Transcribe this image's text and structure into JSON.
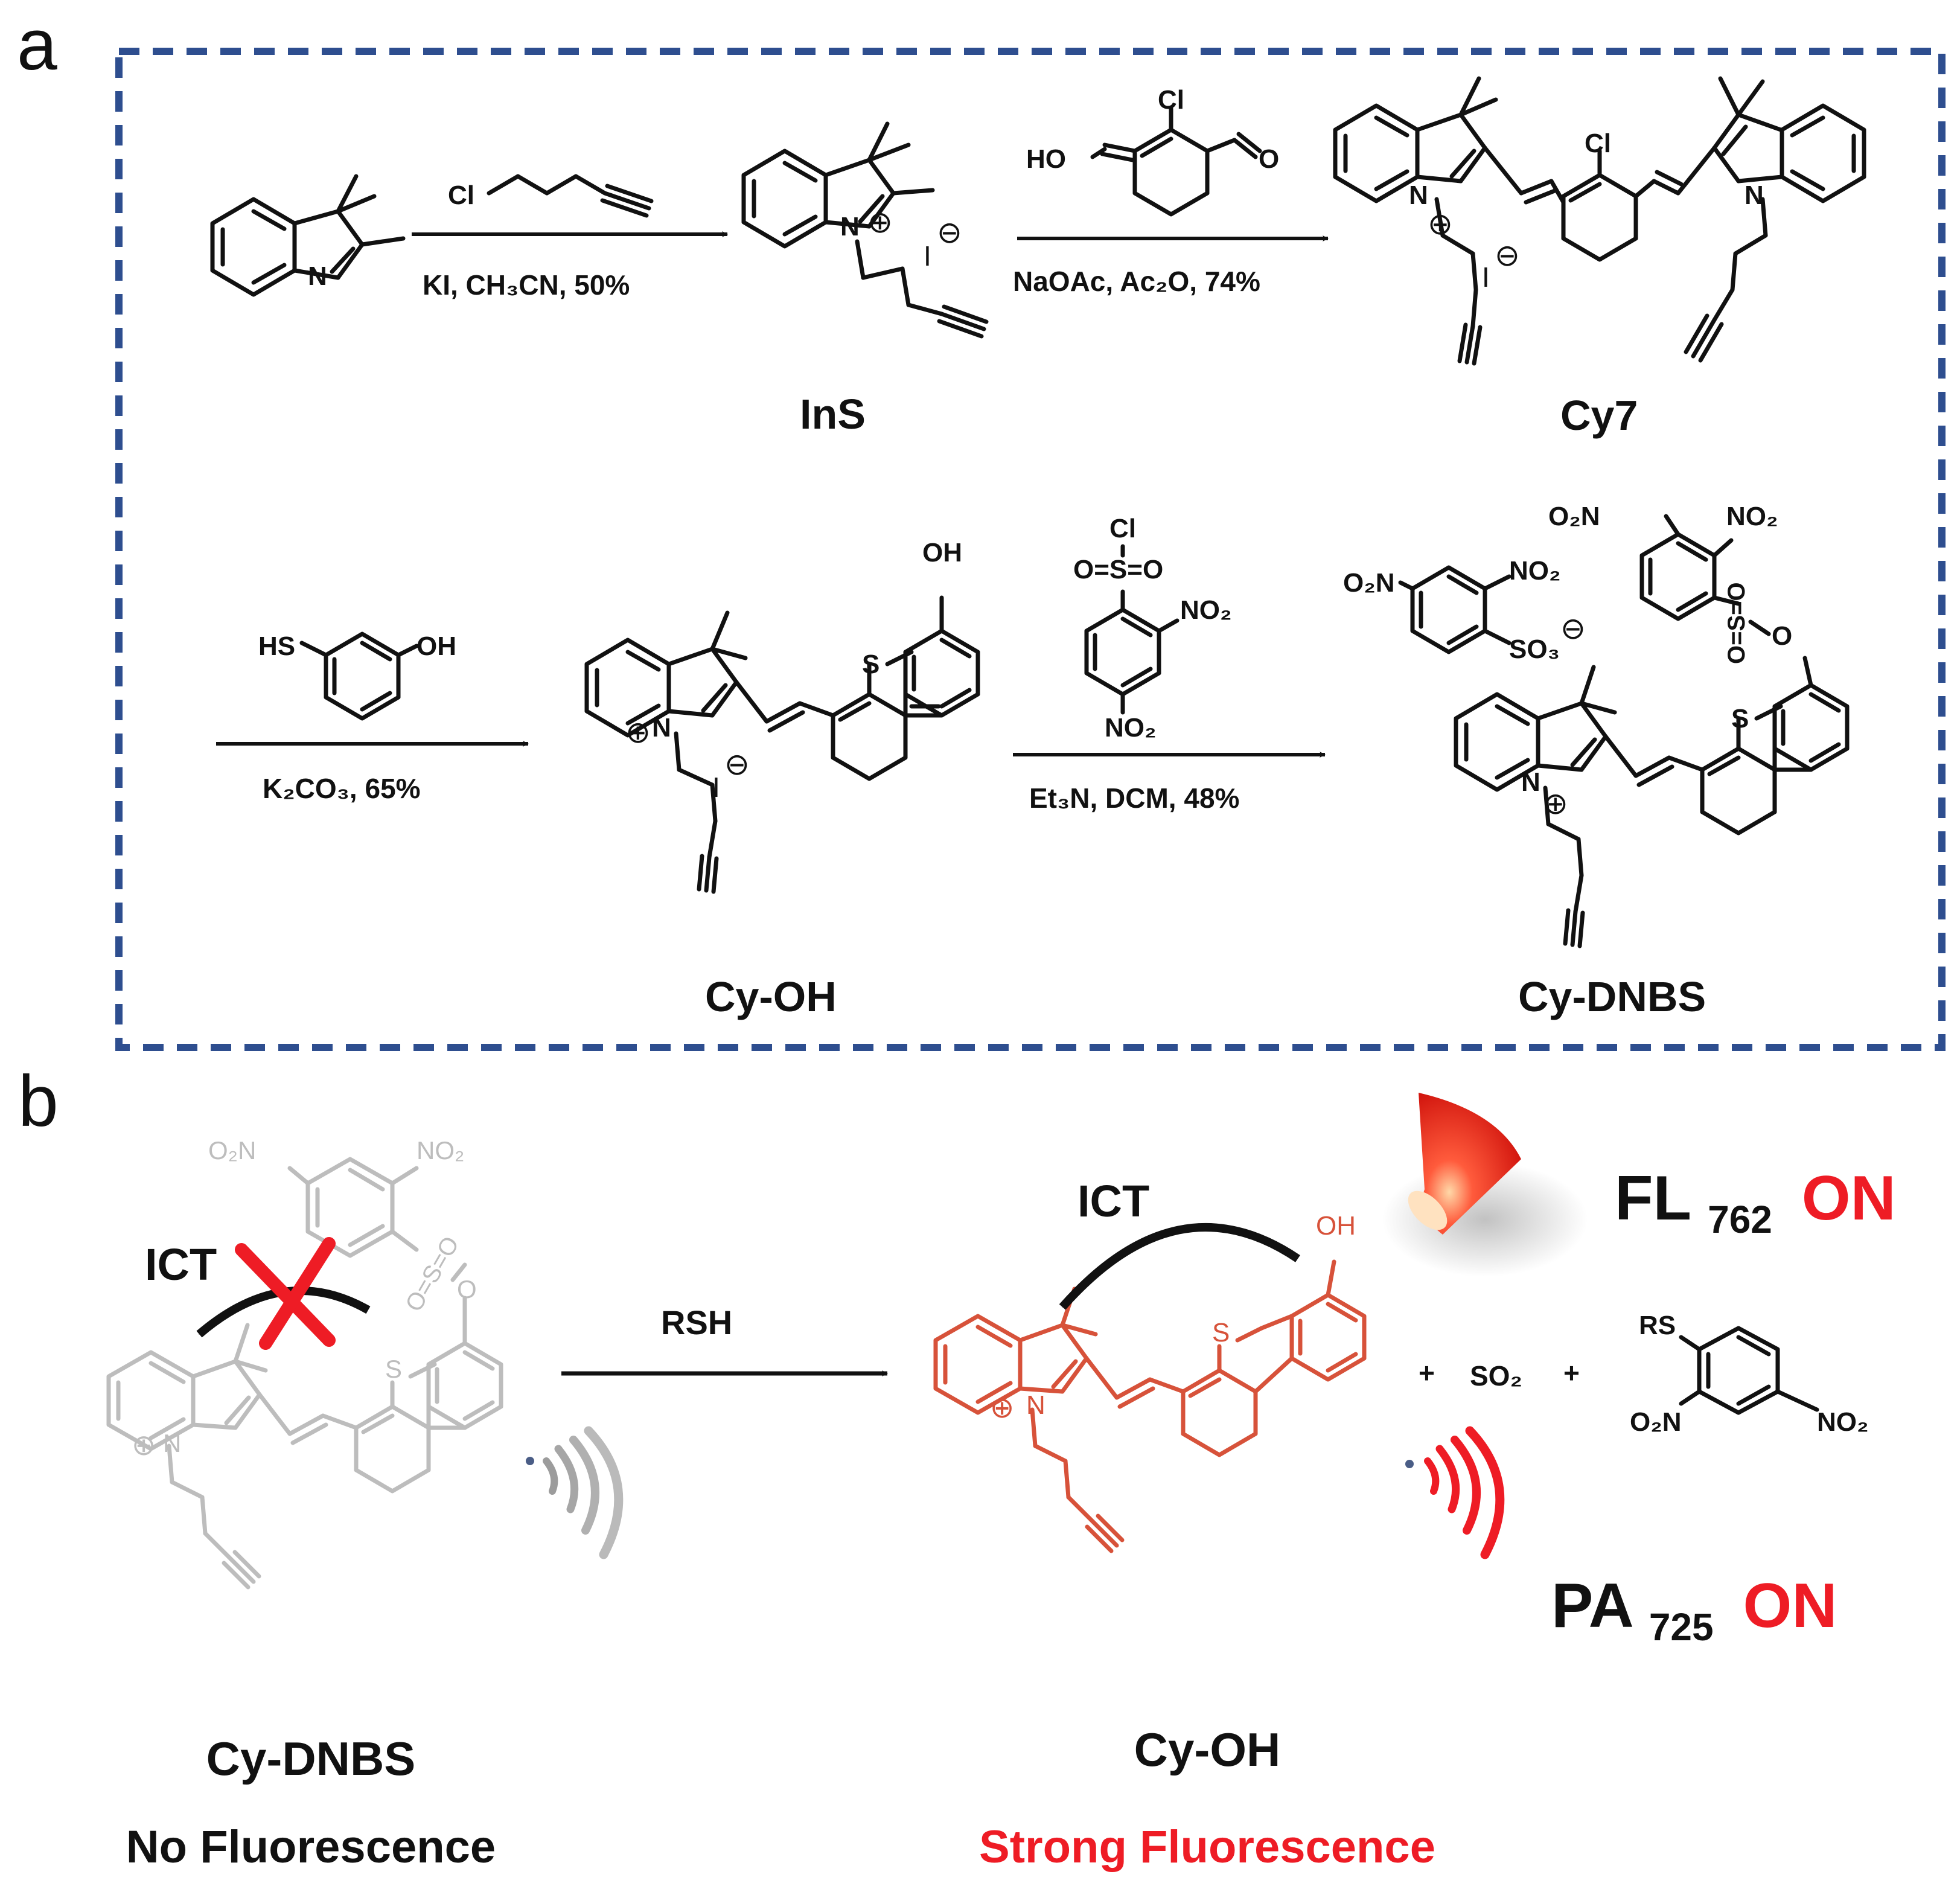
{
  "panels": {
    "a": "a",
    "b": "b"
  },
  "colors": {
    "frame": "#2E4E8F",
    "red": "#EE1C25",
    "product": "#D7523A",
    "faded": "#BDBDBD",
    "ink": "#111111"
  },
  "panel_a": {
    "step1": {
      "reagent_atom": "Cl",
      "conditions": "KI, CH₃CN, 50%"
    },
    "start_material_atom": "N",
    "ins": {
      "label": "InS",
      "atoms": {
        "n": "N",
        "plus": "⊕",
        "iodide": "I",
        "minus": "⊖"
      }
    },
    "step2": {
      "reagent_atoms": {
        "cl": "Cl",
        "hydroxy": "HO",
        "oxo": "O"
      },
      "conditions": "NaOAc, Ac₂O, 74%"
    },
    "cy7": {
      "label": "Cy7",
      "atoms": {
        "n_left": "N",
        "n_right": "N",
        "cl": "Cl",
        "plus": "⊕",
        "iodide": "I",
        "minus": "⊖"
      }
    },
    "step3": {
      "reagent_atoms": {
        "sh": "HS",
        "oh": "OH"
      },
      "conditions": "K₂CO₃, 65%"
    },
    "cy_oh": {
      "label": "Cy-OH",
      "atoms": {
        "n": "N",
        "s": "S",
        "oh": "OH",
        "plus": "⊕",
        "iodide": "I",
        "minus": "⊖"
      }
    },
    "step4": {
      "reagent_atoms": {
        "cl": "Cl",
        "sulfonyl": "O=S=O",
        "no2_a": "NO₂",
        "no2_b": "NO₂"
      },
      "conditions": "Et₃N, DCM, 48%"
    },
    "cy_dnbs": {
      "label": "Cy-DNBS",
      "atoms": {
        "o2n_top": "O₂N",
        "no2_top": "NO₂",
        "o2n_left": "O₂N",
        "no2_left": "NO₂",
        "so3": "SO₃",
        "minus": "⊖",
        "s_ox": "O=S=O",
        "ester_o": "O",
        "s": "S",
        "n": "N",
        "plus": "⊕"
      }
    }
  },
  "panel_b": {
    "left": {
      "name": "Cy-DNBS",
      "status": "No Fluorescence",
      "ict": "ICT",
      "atoms": {
        "o2n": "O₂N",
        "no2": "NO₂",
        "s_ox": "O=S=O",
        "o": "O",
        "s": "S",
        "n": "N",
        "plus": "⊕"
      }
    },
    "arrow_label": "RSH",
    "right": {
      "name": "Cy-OH",
      "status": "Strong Fluorescence",
      "ict": "ICT",
      "atoms": {
        "oh": "OH",
        "s": "S",
        "n": "N",
        "plus": "⊕"
      }
    },
    "byproducts": {
      "plus1": "+",
      "so2": "SO₂",
      "plus2": "+",
      "rs": "RS",
      "o2n": "O₂N",
      "no2": "NO₂"
    },
    "readouts": {
      "fl": {
        "prefix": "FL",
        "sub": "762",
        "state": "ON"
      },
      "pa": {
        "prefix": "PA",
        "sub": "725",
        "state": "ON"
      }
    }
  }
}
